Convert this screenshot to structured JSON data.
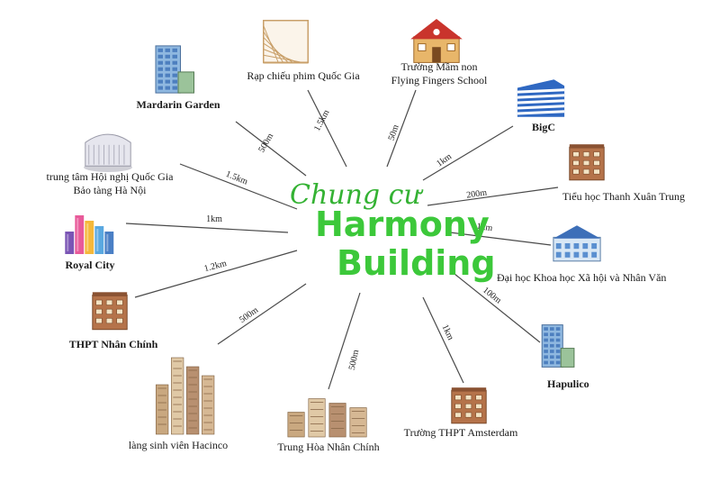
{
  "center": {
    "line1": "Chung cư",
    "line2": "Harmony",
    "line3": "Building"
  },
  "places": [
    {
      "id": "mandarin-garden",
      "label": [
        "Mardarin Garden"
      ],
      "distance": "500m",
      "bold": true,
      "icon": "office-tower-icon"
    },
    {
      "id": "rap-chieu-phim",
      "label": [
        "Rạp chiếu phim Quốc Gia"
      ],
      "distance": "1.5km",
      "bold": false,
      "icon": "cinema-sketch-icon"
    },
    {
      "id": "truong-mam-non",
      "label": [
        "Trường Mầm non",
        "Flying Fingers School"
      ],
      "distance": "50m",
      "bold": false,
      "icon": "school-house-icon"
    },
    {
      "id": "bigc",
      "label": [
        "BigC"
      ],
      "distance": "1km",
      "bold": true,
      "icon": "mall-building-icon"
    },
    {
      "id": "tieu-hoc-thanh-xuan",
      "label": [
        "Tiểu học Thanh Xuân Trung"
      ],
      "distance": "200m",
      "bold": false,
      "icon": "brick-building-icon"
    },
    {
      "id": "dai-hoc-khxh",
      "label": [
        "Đại học Khoa học Xã hội và Nhân Văn"
      ],
      "distance": "1km",
      "bold": false,
      "icon": "university-building-icon"
    },
    {
      "id": "hapulico",
      "label": [
        "Hapulico"
      ],
      "distance": "100m",
      "bold": true,
      "icon": "office-tower-icon"
    },
    {
      "id": "thpt-amsterdam",
      "label": [
        "Trường THPT Amsterdam"
      ],
      "distance": "1km",
      "bold": false,
      "icon": "brick-building-icon"
    },
    {
      "id": "trung-hoa-nhan-chinh",
      "label": [
        "Trung Hòa Nhân Chính"
      ],
      "distance": "500m",
      "bold": false,
      "icon": "apartment-cluster-icon"
    },
    {
      "id": "lang-sinh-vien",
      "label": [
        "làng sinh viên Hacinco"
      ],
      "distance": "500m",
      "bold": false,
      "icon": "apartment-cluster-icon"
    },
    {
      "id": "thpt-nhan-chinh",
      "label": [
        "THPT Nhân Chính"
      ],
      "distance": "1.2km",
      "bold": true,
      "icon": "brick-building-icon"
    },
    {
      "id": "royal-city",
      "label": [
        "Royal City"
      ],
      "distance": "1km",
      "bold": true,
      "icon": "colorful-towers-icon"
    },
    {
      "id": "trung-tam-hoi-nghi",
      "label": [
        "trung tâm Hội nghị Quốc Gia",
        "Bảo tàng Hà Nội"
      ],
      "distance": "1.5km",
      "bold": false,
      "icon": "convention-center-icon"
    }
  ],
  "colors": {
    "title_green": "#3cc83a",
    "spoke": "#4a4a4a",
    "brick": "#b5734a",
    "glass_blue": "#5a8fd0"
  }
}
